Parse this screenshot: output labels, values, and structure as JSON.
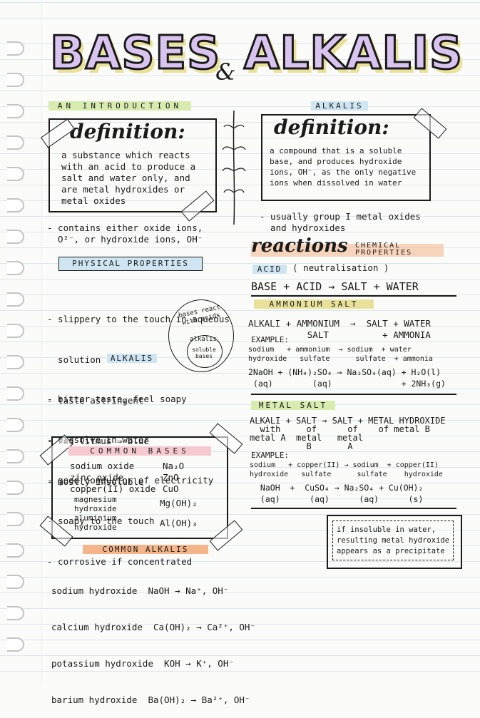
{
  "title": {
    "part1": "BASES",
    "amp": "&",
    "part2": "ALKALIS"
  },
  "colors": {
    "purple": "#d9c4f0",
    "yellow": "#e9e19a",
    "green": "#d8ecb0",
    "blue": "#cfe6f2",
    "pink": "#f5c9cf",
    "orange": "#f4b58a"
  },
  "left": {
    "intro_heading": "AN INTRODUCTION",
    "definition_title": "definition:",
    "definition_text": "a substance which reacts\nwith an acid to produce a\nsalt and water only, and\nare metal hydroxides or\nmetal oxides",
    "contains_note": "- contains either oxide ions,\n  O²⁻, or hydroxide ions, OH⁻",
    "physical_heading": "PHYSICAL PROPERTIES",
    "bases_props": [
      "- slippery to the touch in aqueous",
      "  solution",
      "- taste astringent",
      "- red litmus ⇒ blue",
      "- mostly insoluble"
    ],
    "alkalis_heading": "ALKALIS",
    "alkali_props": [
      "- bitter taste, feel soapy",
      "- dissolve in water",
      "- good conductor of electricity",
      "- soapy to the touch",
      "- corrosive if concentrated"
    ],
    "venn": {
      "outer": "bases react with acids",
      "inner1": "alkalis",
      "inner2": "soluble bases"
    },
    "common_bases_heading": "COMMON BASES",
    "common_bases": [
      {
        "name": "sodium oxide",
        "formula": "Na₂O"
      },
      {
        "name": "zinc oxide",
        "formula": "ZnO"
      },
      {
        "name": "copper(II) oxide",
        "formula": "CuO"
      },
      {
        "name": "magnesium\nhydroxide",
        "formula": "Mg(OH)₂"
      },
      {
        "name": "aluminium\nhydroxide",
        "formula": "Al(OH)₃"
      }
    ],
    "common_alkalis_heading": "COMMON ALKALIS",
    "common_alkalis": [
      "sodium hydroxide  NaOH → Na⁺, OH⁻",
      "calcium hydroxide  Ca(OH)₂ → Ca²⁺, OH⁻",
      "potassium hydroxide  KOH → K⁺, OH⁻",
      "barium hydroxide  Ba(OH)₂ → Ba²⁺, OH⁻"
    ]
  },
  "right": {
    "alkalis_heading": "ALKALIS",
    "definition_title": "definition:",
    "definition_text": "a compound that is a soluble\nbase, and produces hydroxide\nions, OH⁻, as the only negative\nions when dissolved in water",
    "usually_note": "- usually group I metal oxides\n  and hydroxides",
    "reactions_title": "reactions",
    "chemical_props": "CHEMICAL\nPROPERTIES",
    "acid_heading": "ACID",
    "acid_note": "( neutralisation )",
    "acid_eq": "BASE + ACID → SALT + WATER",
    "ammonium_heading": "AMMONIUM SALT",
    "ammonium_eq": "ALKALI + AMMONIUM  →  SALT + WATER\n           SALT          + AMMONIA",
    "example_label": "EXAMPLE:",
    "ammonium_example": "sodium   + ammonium  → sodium  + water\nhydroxide   sulfate      sulfate  + ammonia",
    "ammonium_formula": "2NaOH + (NH₄)₂SO₄ → Na₂SO₄(aq) + H₂O(l)\n (aq)        (aq)              + 2NH₃(g)",
    "metal_heading": "METAL SALT",
    "metal_eq": "ALKALI + SALT → SALT + METAL HYDROXIDE\n  with     of      of    of metal B\nmetal A  metal   metal\n           B       A",
    "metal_example": "sodium   + copper(II) → sodium  + copper(II)\nhydroxide   sulfate      sulfate    hydroxide",
    "metal_formula": " NaOH  +  CuSO₄ → Na₂SO₄ + Cu(OH)₂\n (aq)      (aq)      (aq)      (s)",
    "insoluble_note": "if insoluble in water,\nresulting metal hydroxide\nappears as a precipitate"
  }
}
